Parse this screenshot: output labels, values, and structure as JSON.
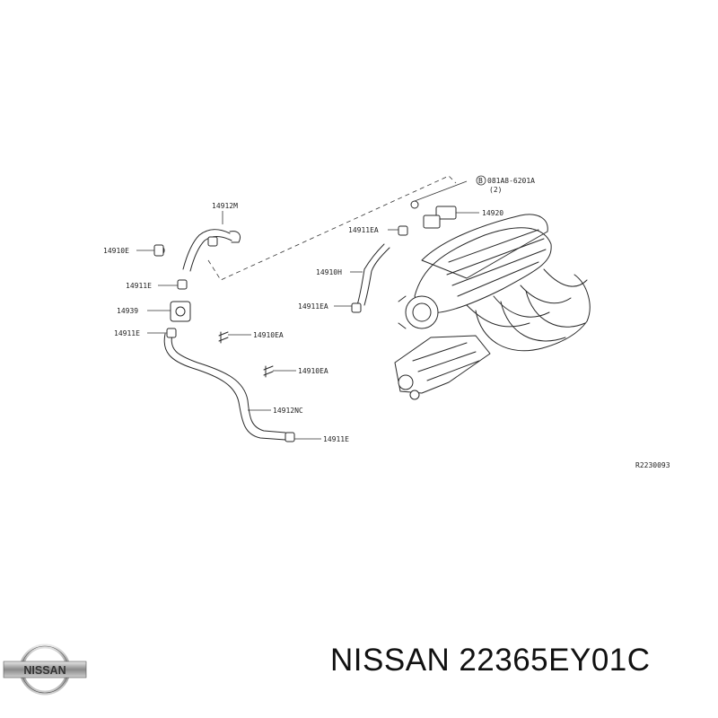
{
  "diagram": {
    "callouts": [
      {
        "id": "14912M",
        "text": "14912M"
      },
      {
        "id": "14910E",
        "text": "14910E"
      },
      {
        "id": "14911E_a",
        "text": "14911E"
      },
      {
        "id": "14939",
        "text": "14939"
      },
      {
        "id": "14911E_b",
        "text": "14911E"
      },
      {
        "id": "14910EA_a",
        "text": "14910EA"
      },
      {
        "id": "14910EA_b",
        "text": "14910EA"
      },
      {
        "id": "14912NC",
        "text": "14912NC"
      },
      {
        "id": "14911E_c",
        "text": "14911E"
      },
      {
        "id": "14911EA_a",
        "text": "14911EA"
      },
      {
        "id": "14910H",
        "text": "14910H"
      },
      {
        "id": "14911EA_b",
        "text": "14911EA"
      },
      {
        "id": "14920",
        "text": "14920"
      },
      {
        "id": "bolt",
        "text": "081A8-6201A"
      },
      {
        "id": "bolt_qty",
        "text": "(2)"
      },
      {
        "id": "bolt_symbol",
        "text": "B"
      }
    ],
    "ref_code": "R2230093"
  },
  "brand": {
    "name": "NISSAN"
  },
  "caption": {
    "brand": "NISSAN",
    "part_number": "22365EY01C"
  }
}
